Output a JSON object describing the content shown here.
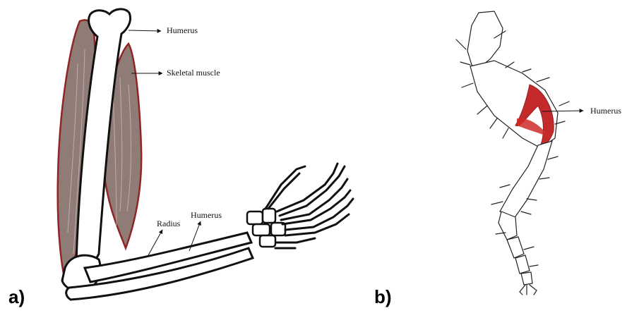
{
  "panel_a": {
    "panel_label": "a)",
    "labels": {
      "humerus_top": "Humerus",
      "skeletal_muscle": "Skeletal muscle",
      "radius": "Radius",
      "humerus_forearm": "Humerus"
    }
  },
  "panel_b": {
    "panel_label": "b)",
    "labels": {
      "humerus": "Humerus"
    }
  },
  "colors": {
    "bone_outline": "#111111",
    "muscle_fill": "#8a7670",
    "muscle_outline": "#8a1a1a",
    "insect_muscle": "#c0181b",
    "leg_line": "#222222"
  }
}
